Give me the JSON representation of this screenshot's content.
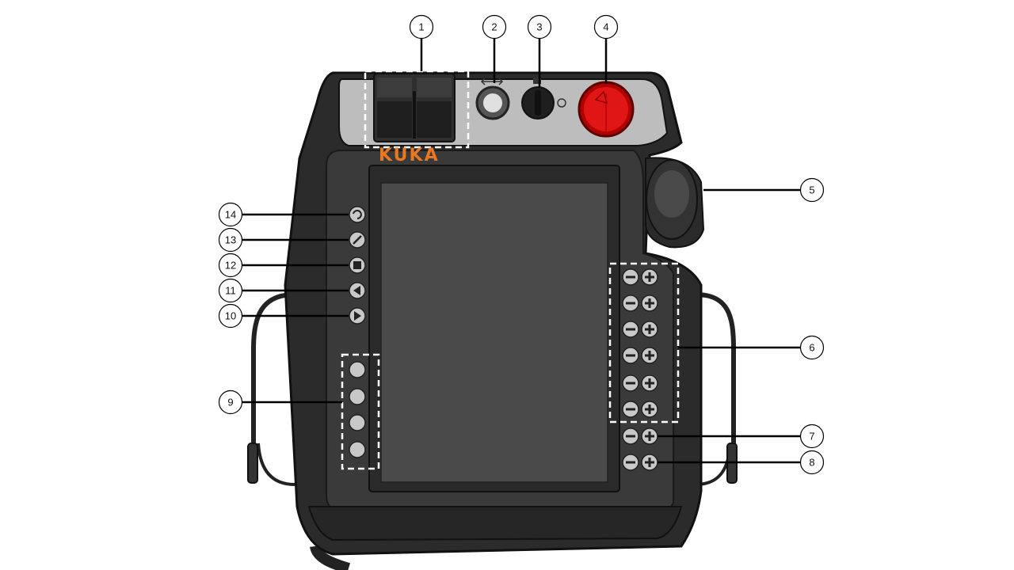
{
  "brand": {
    "text": "KUKA",
    "color": "#E87722"
  },
  "colors": {
    "housing": "#2b2b2b",
    "housing_edge": "#111111",
    "face": "#3a3a3a",
    "screen": "#4a4a4a",
    "top_panel": "#bdbdbd",
    "estop": "#e01515",
    "key_gray": "#c8c8c8"
  },
  "callouts": [
    "1",
    "2",
    "3",
    "4",
    "5",
    "6",
    "7",
    "8",
    "9",
    "10",
    "11",
    "12",
    "13",
    "14"
  ],
  "icons": {
    "top_left": "usb-slot-icon",
    "mode_arrows": "mode-arrows-icon",
    "keyswitch": "keyswitch-icon",
    "estop": "emergency-stop-icon",
    "mouse": "space-mouse-icon",
    "main_menu": "main-menu-icon",
    "technology": "technology-icon",
    "stop": "stop-icon",
    "start_back": "start-backwards-icon",
    "start": "start-icon",
    "plus": "plus-icon",
    "minus": "minus-icon"
  }
}
